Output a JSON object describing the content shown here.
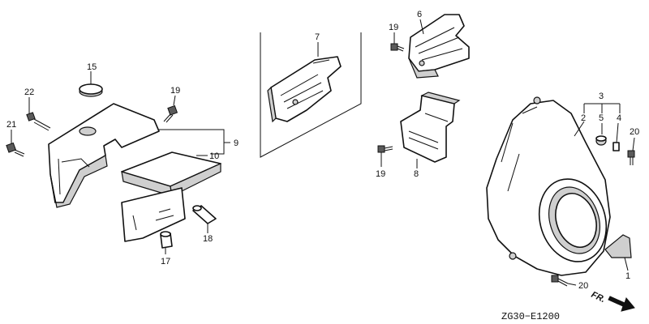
{
  "diagram": {
    "code": "ZG30−E1200",
    "direction_label": "FR.",
    "callouts": {
      "c1": "1",
      "c2": "2",
      "c3": "3",
      "c4": "4",
      "c5": "5",
      "c6": "6",
      "c7": "7",
      "c8": "8",
      "c9": "9",
      "c10": "10",
      "c15": "15",
      "c17": "17",
      "c18": "18",
      "c19a": "19",
      "c19b": "19",
      "c19c": "19",
      "c20a": "20",
      "c20b": "20",
      "c21": "21",
      "c22": "22"
    }
  }
}
